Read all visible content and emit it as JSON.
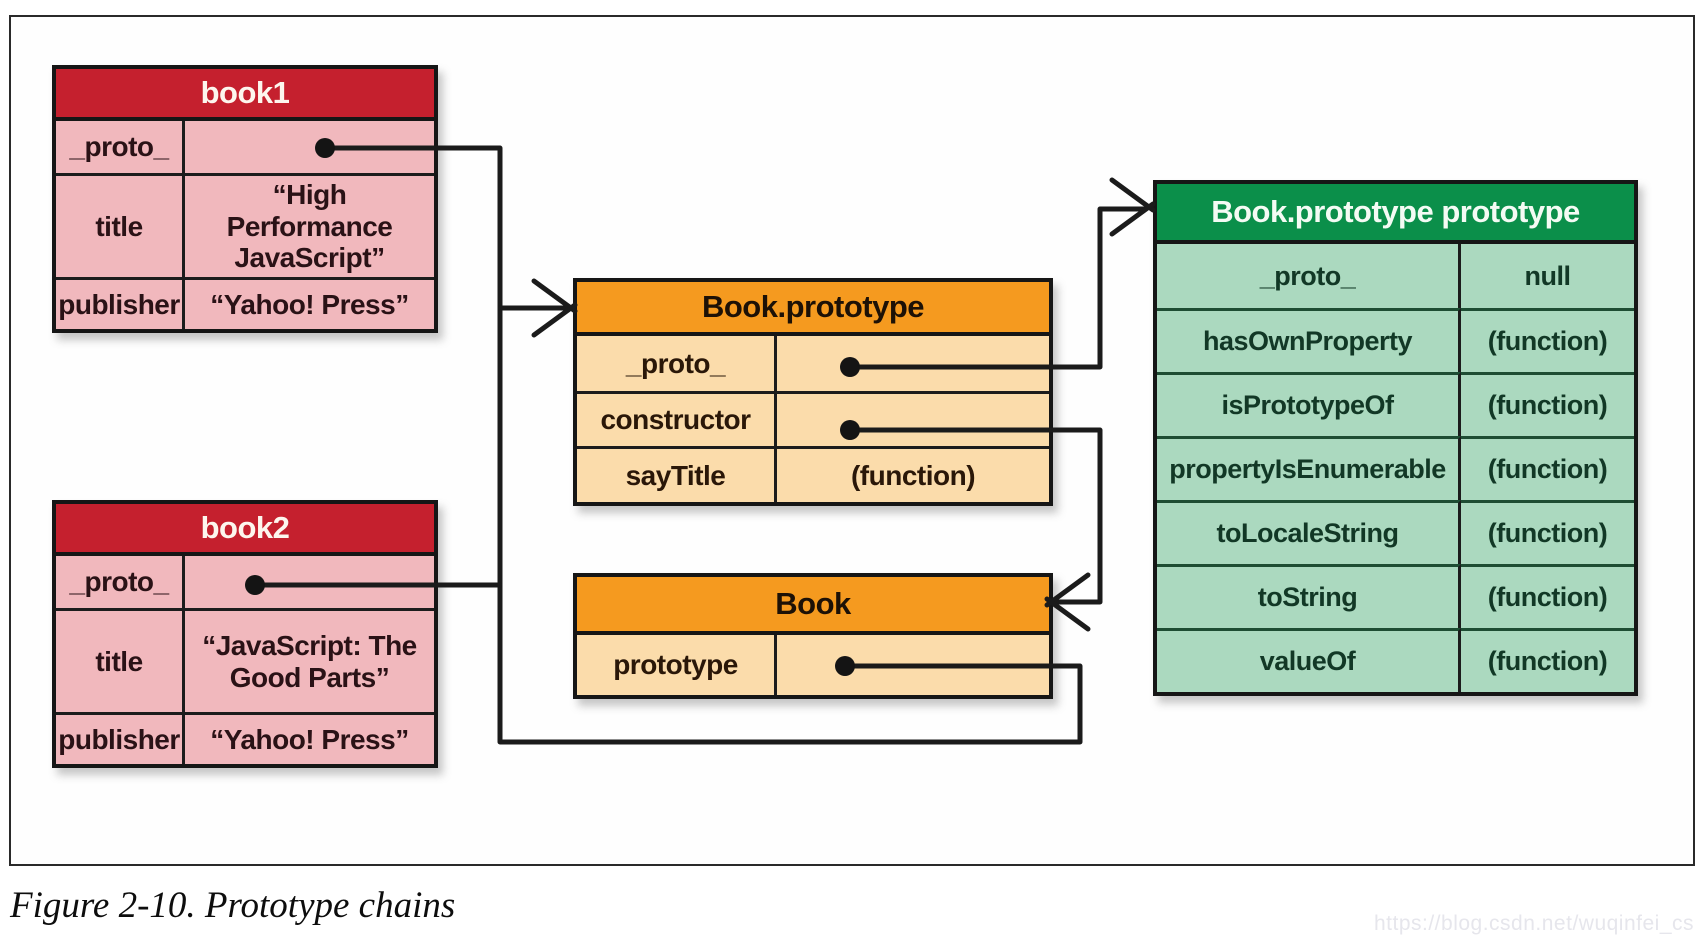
{
  "figure": {
    "caption": "Figure 2-10. Prototype chains",
    "watermark": "https://blog.csdn.net/wuqinfei_cs"
  },
  "colors": {
    "red_header": "#c5202e",
    "pink_cell": "#f1b8bd",
    "orange_header": "#f59a1f",
    "orange_cell": "#fbdcab",
    "green_header": "#0b8f4a",
    "green_cell": "#abd9bf",
    "connector_line": "#1b1b1b"
  },
  "tables": {
    "book1": {
      "title": "book1",
      "rows": [
        {
          "key": "_proto_",
          "value": "",
          "pointer": true
        },
        {
          "key": "title",
          "value": "“High Performance JavaScript”",
          "pointer": false
        },
        {
          "key": "publisher",
          "value": "“Yahoo! Press”",
          "pointer": false
        }
      ]
    },
    "book2": {
      "title": "book2",
      "rows": [
        {
          "key": "_proto_",
          "value": "",
          "pointer": true
        },
        {
          "key": "title",
          "value": "“JavaScript: The Good Parts”",
          "pointer": false
        },
        {
          "key": "publisher",
          "value": "“Yahoo! Press”",
          "pointer": false
        }
      ]
    },
    "book_prototype": {
      "title": "Book.prototype",
      "rows": [
        {
          "key": "_proto_",
          "value": "",
          "pointer": true
        },
        {
          "key": "constructor",
          "value": "",
          "pointer": true
        },
        {
          "key": "sayTitle",
          "value": "(function)",
          "pointer": false
        }
      ]
    },
    "book": {
      "title": "Book",
      "rows": [
        {
          "key": "prototype",
          "value": "",
          "pointer": true
        }
      ]
    },
    "book_prototype_prototype": {
      "title": "Book.prototype prototype",
      "rows": [
        {
          "key": "_proto_",
          "value": "null"
        },
        {
          "key": "hasOwnProperty",
          "value": "(function)"
        },
        {
          "key": "isPrototypeOf",
          "value": "(function)"
        },
        {
          "key": "propertyIsEnumerable",
          "value": "(function)"
        },
        {
          "key": "toLocaleString",
          "value": "(function)"
        },
        {
          "key": "toString",
          "value": "(function)"
        },
        {
          "key": "valueOf",
          "value": "(function)"
        }
      ]
    }
  }
}
